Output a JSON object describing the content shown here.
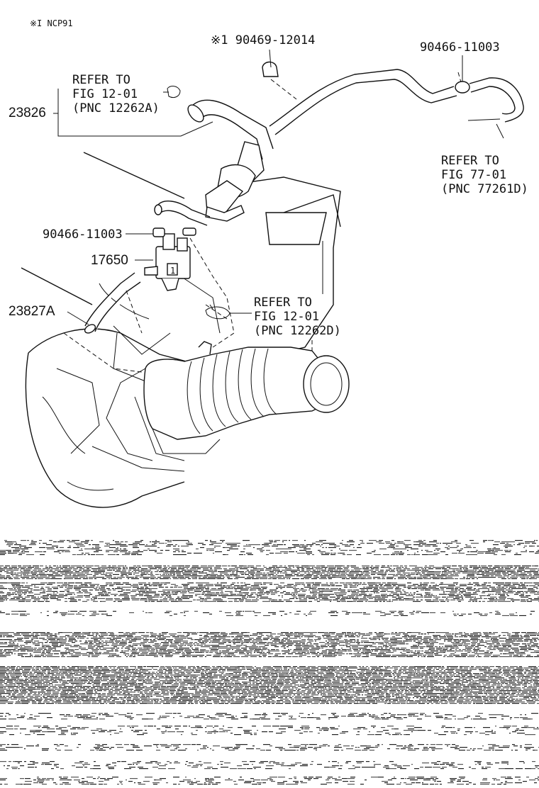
{
  "header": {
    "note": "※I NCP91"
  },
  "labels": {
    "p_23826": "23826",
    "p_23827A": "23827A",
    "p_17650": "17650",
    "p_90466_left": "90466-11003",
    "p_90466_top": "90466-11003",
    "p_90469": "※1 90469-12014",
    "ref_a_1": "REFER TO",
    "ref_a_2": "FIG 12-01",
    "ref_a_3": "(PNC 12262A)",
    "ref_b_1": "REFER TO",
    "ref_b_2": "FIG 77-01",
    "ref_b_3": "(PNC 77261D)",
    "ref_c_1": "REFER TO",
    "ref_c_2": "FIG 12-01",
    "ref_c_3": "(PNC 12262D)"
  },
  "footer_note": ""
}
